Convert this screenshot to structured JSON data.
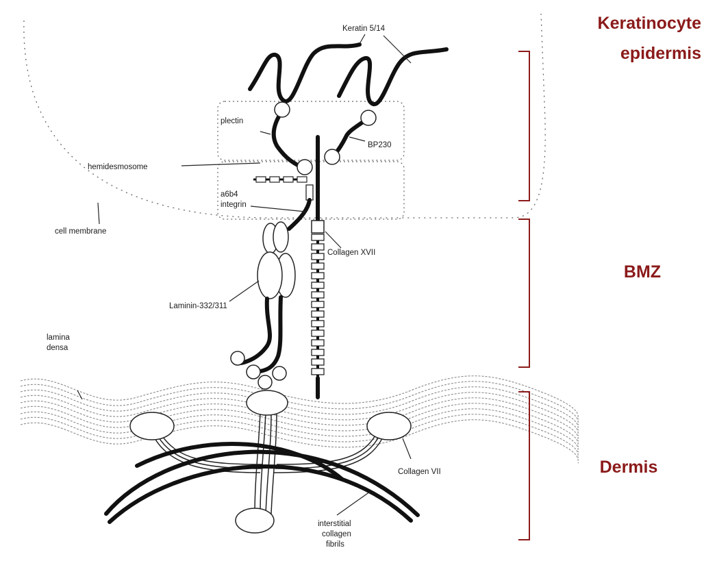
{
  "labels": {
    "keratin": "Keratin 5/14",
    "plectin": "plectin",
    "bp230": "BP230",
    "hemidesmosome": "hemidesmosome",
    "integrin_line1": "a6b4",
    "integrin_line2": "integrin",
    "cell_membrane": "cell membrane",
    "collagen_xvii": "Collagen XVII",
    "laminin": "Laminin-332/311",
    "lamina_line1": "lamina",
    "lamina_line2": "densa",
    "collagen_vii": "Collagen VII",
    "fibrils_line1": "interstitial",
    "fibrils_line2": "collagen",
    "fibrils_line3": "fibrils"
  },
  "zones": {
    "epidermis_line1": "Keratinocyte",
    "epidermis_line2": "epidermis",
    "bmz": "BMZ",
    "dermis": "Dermis"
  },
  "colors": {
    "zone_label": "#8b1a1a",
    "bracket": "#8b1a1a",
    "ink": "#111111"
  }
}
